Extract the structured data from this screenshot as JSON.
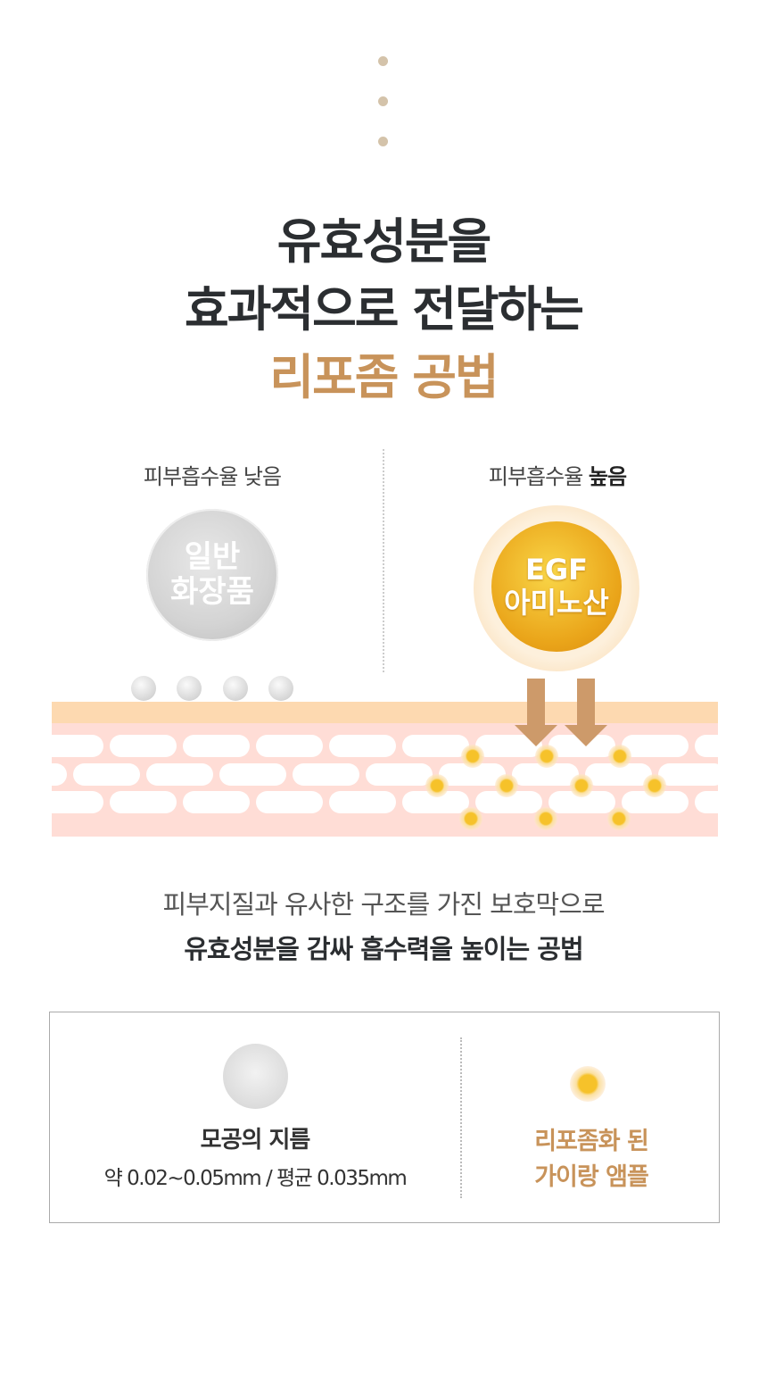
{
  "title": {
    "line1": "유효성분을",
    "line2": "효과적으로 전달하는",
    "line3": "리포좀 공법"
  },
  "left": {
    "label": "피부흡수율 낮음",
    "sphere_line1": "일반",
    "sphere_line2": "화장품"
  },
  "right": {
    "label_normal": "피부흡수율 ",
    "label_bold": "높음",
    "sphere_line1": "EGF",
    "sphere_line2": "아미노산"
  },
  "description": {
    "line1": "피부지질과 유사한 구조를 가진 보호막으로",
    "line2": "유효성분을 감싸 흡수력을 높이는 공법"
  },
  "info": {
    "left_title": "모공의 지름",
    "left_sub": "약 0.02~0.05mm /  평균 0.035mm",
    "right_line1": "리포좀화 된",
    "right_line2": "가이랑 앰플"
  },
  "colors": {
    "accent": "#c8935a",
    "text": "#2b2e31",
    "skin_top": "#fdd9b0",
    "skin": "#ffddd6",
    "arrow": "#cd9a6a"
  }
}
